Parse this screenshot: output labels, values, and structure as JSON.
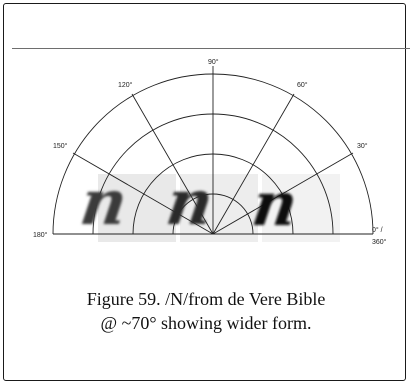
{
  "figure": {
    "caption_line1": "Figure 59. /N/from de Vere Bible",
    "caption_line2": "@ ~70° showing wider form.",
    "polar_labels": {
      "d0": "0° /",
      "d0_cut": "360°",
      "d30": "30°",
      "d60": "60°",
      "d90": "90°",
      "d120": "120°",
      "d150": "150°",
      "d180": "180°"
    },
    "glyph": "n",
    "colors": {
      "ink": "#111111",
      "grid": "#222222",
      "shadow": "#e7e7e7"
    }
  }
}
